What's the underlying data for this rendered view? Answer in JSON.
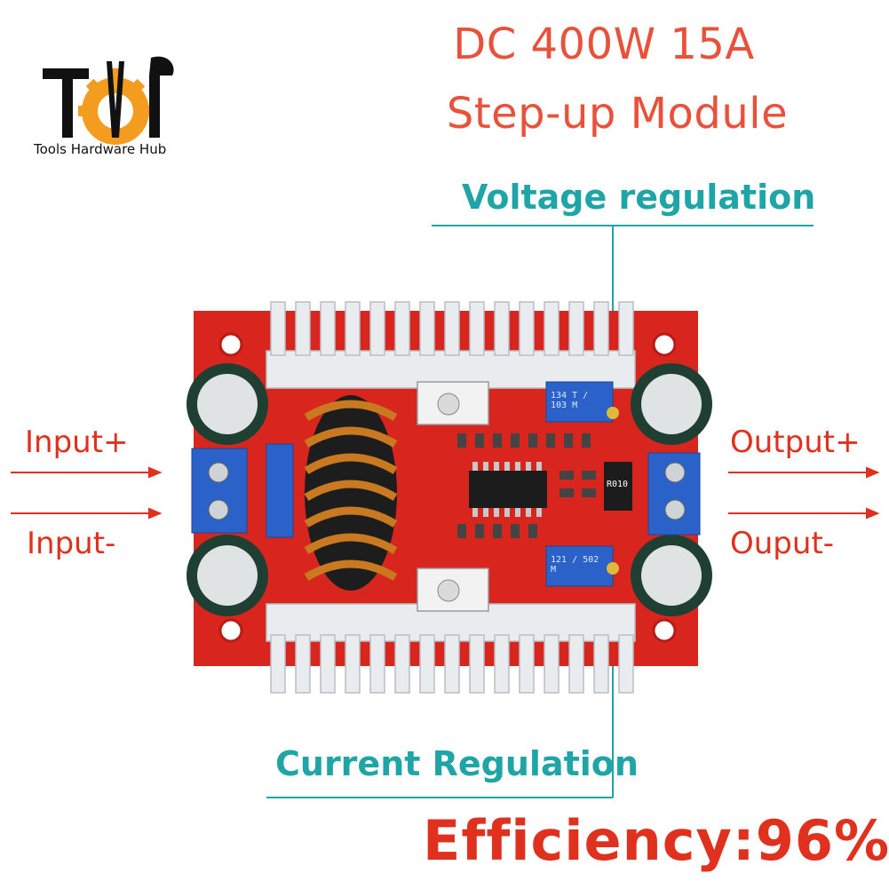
{
  "logo": {
    "text": "Tools Hardware Hub"
  },
  "title": {
    "line1": "DC 400W 15A",
    "line2": "Step-up Module"
  },
  "callouts": {
    "voltage": "Voltage regulation",
    "current": "Current Regulation"
  },
  "labels": {
    "input_plus": "Input+",
    "input_minus": "Input-",
    "output_plus": "Output+",
    "output_minus": "Ouput-"
  },
  "efficiency": "Efficiency:96%",
  "pcb_markings": {
    "pot_top": "134 T / 103 M",
    "pot_bottom": "121 / 502 M",
    "resistor": "R010"
  },
  "colors": {
    "title": "#e8513a",
    "teal": "#1fa5a5",
    "red": "#e0301e",
    "pcb": "#d8261f",
    "heatsink": "#e9ecef"
  }
}
